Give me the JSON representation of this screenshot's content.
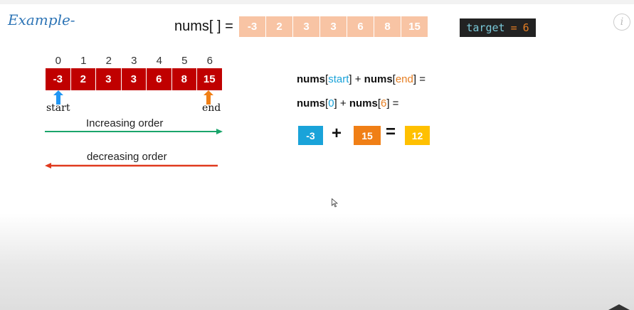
{
  "title": "Example-",
  "nums_label": "nums[ ] =",
  "top_array": [
    "-3",
    "2",
    "3",
    "3",
    "6",
    "8",
    "15"
  ],
  "target": {
    "word": "target",
    "eq": "=",
    "value": "6"
  },
  "indices": [
    "0",
    "1",
    "2",
    "3",
    "4",
    "5",
    "6"
  ],
  "array": [
    "-3",
    "2",
    "3",
    "3",
    "6",
    "8",
    "15"
  ],
  "pointers": {
    "start": "start",
    "end": "end"
  },
  "orders": {
    "increasing": "Increasing order",
    "decreasing": "decreasing order"
  },
  "formula1": {
    "nums1": "nums",
    "open1": "[",
    "start": "start",
    "close1": "]",
    "plus": " + ",
    "nums2": "nums",
    "open2": "[",
    "end": "end",
    "close2": "] ="
  },
  "formula2": {
    "nums1": "nums",
    "open1": "[",
    "i0": "0",
    "close1": "]",
    "plus": " + ",
    "nums2": "nums",
    "open2": "[",
    "i6": "6",
    "close2": "] ="
  },
  "sum": {
    "a": "-3",
    "plus": "+",
    "b": "15",
    "eq": "=",
    "result": "12"
  },
  "colors": {
    "top_cell": "#f8c4a4",
    "array_red": "#c00000",
    "blue": "#1aa3d9",
    "orange": "#f07f16",
    "yellow": "#ffc000",
    "green": "#1aa56b",
    "red_arrow": "#e03a1e"
  }
}
